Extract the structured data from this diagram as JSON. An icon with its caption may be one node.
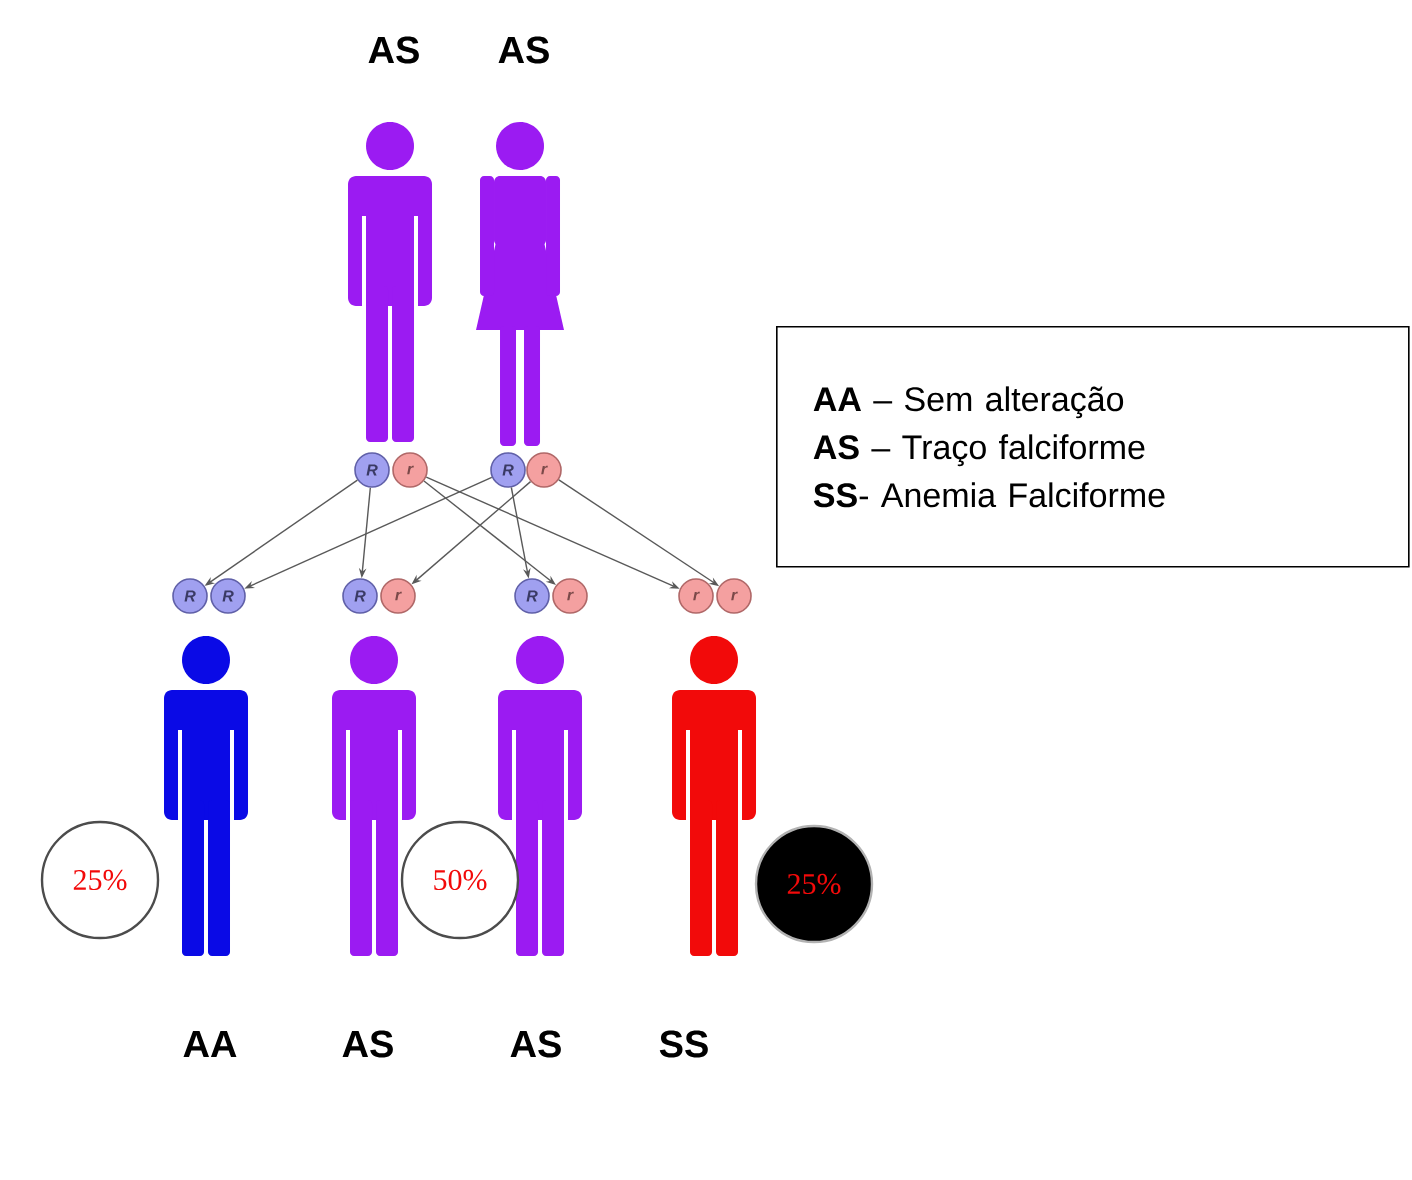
{
  "diagram": {
    "nodes": [
      {
        "text": [
          "R"
        ]
      },
      {
        "text": [
          "r"
        ]
      },
      {
        "text": [
          "R"
        ]
      },
      {
        "text": [
          "r"
        ]
      },
      {
        "text": [
          "R"
        ]
      },
      {
        "text": [
          "R"
        ]
      },
      {
        "text": [
          "R"
        ]
      },
      {
        "text": [
          "r"
        ]
      },
      {
        "text": [
          "R"
        ]
      },
      {
        "text": [
          "r"
        ]
      },
      {
        "text": [
          "r"
        ]
      },
      {
        "text": [
          "r"
        ]
      },
      {
        "text": [
          "25%"
        ]
      },
      {
        "text": [
          "50%"
        ]
      },
      {
        "text": [
          "25%"
        ]
      },
      {
        "text": [
          "**AA** – Sem alteração",
          "**AS** – Traço falciforme",
          "**SS**- Anemia Falciforme"
        ]
      }
    ],
    "edges": [
      {
        "from": 0,
        "to": 4,
        "arrow": "to"
      },
      {
        "from": 0,
        "to": 6,
        "arrow": "to"
      },
      {
        "from": 1,
        "to": 9,
        "arrow": "to"
      },
      {
        "from": 1,
        "to": 10,
        "arrow": "to"
      },
      {
        "from": 2,
        "to": 5,
        "arrow": "to"
      },
      {
        "from": 2,
        "to": 8,
        "arrow": "to"
      },
      {
        "from": 3,
        "to": 7,
        "arrow": "to"
      },
      {
        "from": 3,
        "to": 11,
        "arrow": "to"
      }
    ],
    "labels": [
      "AS",
      "AS",
      "AA",
      "AS",
      "AS",
      "SS"
    ]
  }
}
